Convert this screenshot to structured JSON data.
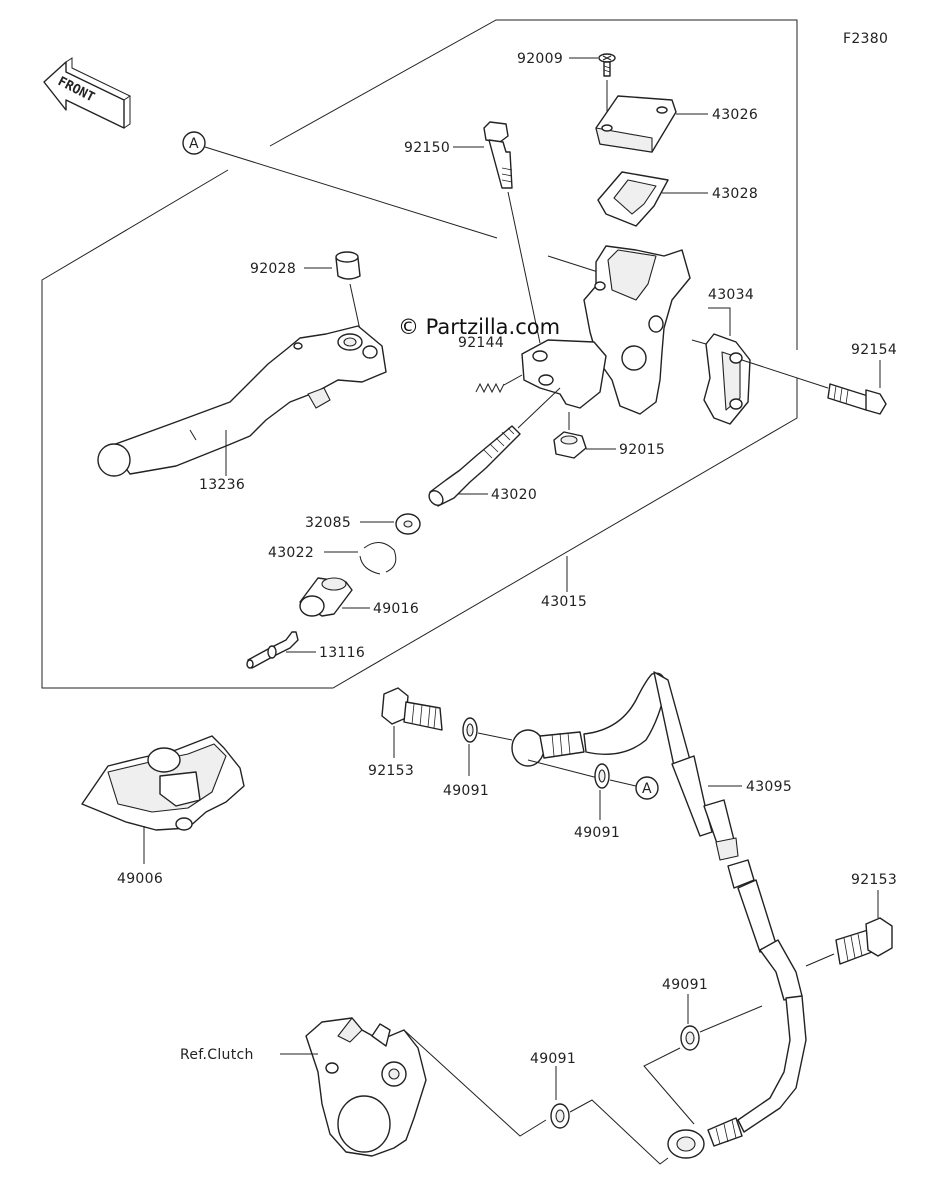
{
  "figure_code": "F2380",
  "watermark": "© Partzilla.com",
  "front_label": "FRONT",
  "ref_marker": "A",
  "labels": {
    "p92009": "92009",
    "p43026": "43026",
    "p43028": "43028",
    "p92150": "92150",
    "p92028": "92028",
    "p43034": "43034",
    "p92154": "92154",
    "p92144": "92144",
    "p92015": "92015",
    "p43020": "43020",
    "p13236": "13236",
    "p32085": "32085",
    "p43022": "43022",
    "p49016": "49016",
    "p43015": "43015",
    "p13116": "13116",
    "p92153a": "92153",
    "p49091a": "49091",
    "p49091b": "49091",
    "p43095": "43095",
    "p49006": "49006",
    "p92153b": "92153",
    "p49091c": "49091",
    "p49091d": "49091",
    "ref_clutch": "Ref.Clutch"
  }
}
